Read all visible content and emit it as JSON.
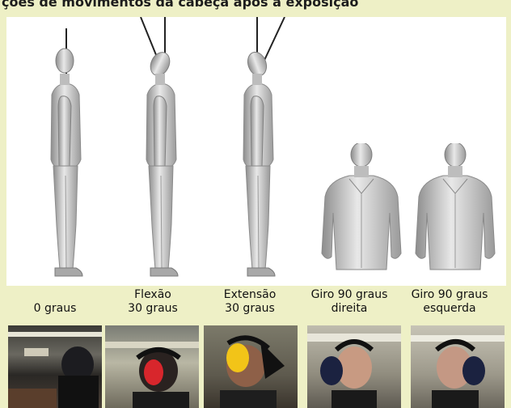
{
  "header": {
    "partial_title": "ções de movimentos da cabeça após a exposição"
  },
  "postures": [
    {
      "line1": "0 graus",
      "line2": ""
    },
    {
      "line1": "Flexão",
      "line2": "30 graus"
    },
    {
      "line1": "Extensão",
      "line2": "30 graus"
    },
    {
      "line1": "Giro 90 graus",
      "line2": "direita"
    },
    {
      "line1": "Giro 90 graus",
      "line2": "esquerda"
    }
  ],
  "colors": {
    "background": "#eef0c6",
    "panel": "#ffffff",
    "figure": "#c9c9c9",
    "direction_line": "#222222"
  }
}
